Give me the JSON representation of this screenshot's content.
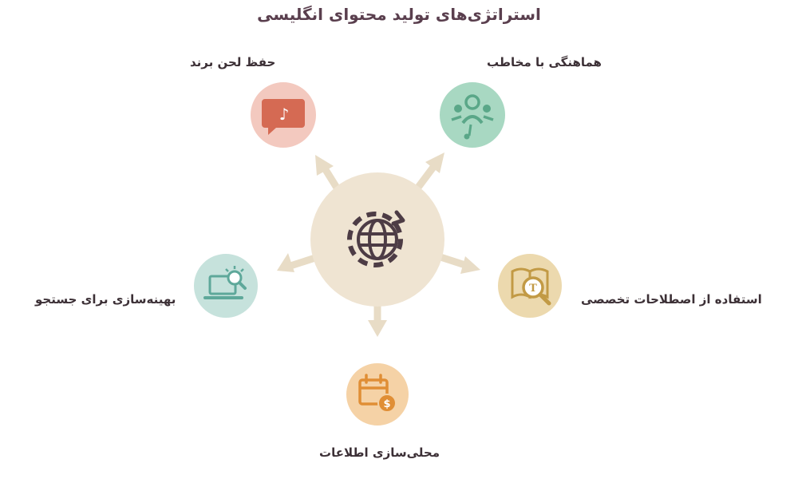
{
  "title": "استراتژی‌های تولید محتوای انگلیسی",
  "center": {
    "icon": "globe-refresh-icon"
  },
  "nodes": [
    {
      "id": "audience",
      "label": "هماهنگی با مخاطب",
      "icon": "people-interaction-icon",
      "color": "#a8d8c2",
      "icon_color": "#5aa788"
    },
    {
      "id": "brand",
      "label": "حفظ لحن برند",
      "icon": "speech-bubble-icon",
      "color": "#f3c9bf",
      "icon_color": "#d56a53"
    },
    {
      "id": "terms",
      "label": "استفاده از اصطلاحات تخصصی",
      "icon": "book-magnifier-icon",
      "color": "#ecd9ae",
      "icon_color": "#c29a45"
    },
    {
      "id": "seo",
      "label": "بهینه‌سازی برای جستجو",
      "icon": "laptop-search-icon",
      "color": "#c6e2dc",
      "icon_color": "#5ea89a"
    },
    {
      "id": "local",
      "label": "محلی‌سازی اطلاعات",
      "icon": "calendar-dollar-icon",
      "color": "#f5d2a6",
      "icon_color": "#e08e35"
    }
  ],
  "colors": {
    "hub": "#efe4d2",
    "arrow": "#e8dcc6",
    "title": "#5a3f4e",
    "hub_icon": "#4d3c45"
  }
}
